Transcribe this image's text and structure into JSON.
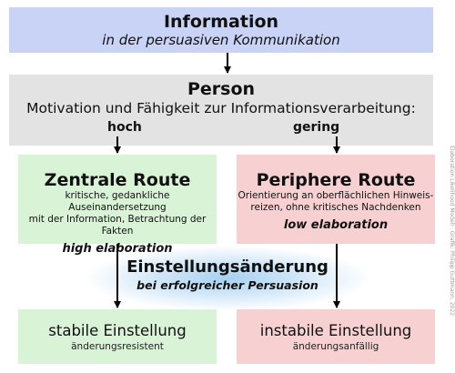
{
  "information": {
    "title": "Information",
    "subtitle": "in der persuasiven Kommunikation"
  },
  "person": {
    "title": "Person",
    "subtitle": "Motivation und Fähigkeit zur Informationsverarbeitung:",
    "level_high": "hoch",
    "level_low": "gering"
  },
  "central": {
    "title": "Zentrale Route",
    "line1": "kritische, gedankliche Auseinandersetzung",
    "line2": "mit der Information, Betrachtung der Fakten",
    "elaboration": "high elaboration"
  },
  "peripheral": {
    "title": "Periphere Route",
    "line1": "Orientierung an oberflächlichen Hinweis-",
    "line2": "reizen, ohne kritisches Nachdenken",
    "elaboration": "low elaboration"
  },
  "attitude_change": {
    "title": "Einstellungsänderung",
    "subtitle": "bei erfolgreicher Persuasion"
  },
  "stable": {
    "title": "stabile Einstellung",
    "subtitle": "änderungsresistent"
  },
  "unstable": {
    "title": "instabile Einstellung",
    "subtitle": "änderungsanfällig"
  },
  "side_credit": "Elaboration Likelihood Modell · Grafik: Philipp Guttmann, 2022",
  "colors": {
    "information_box": "#c9d3f5",
    "person_box": "#e3e3e3",
    "central_box": "#d9f3d6",
    "peripheral_box": "#f7d1d1",
    "glow": "#96c8ee"
  }
}
